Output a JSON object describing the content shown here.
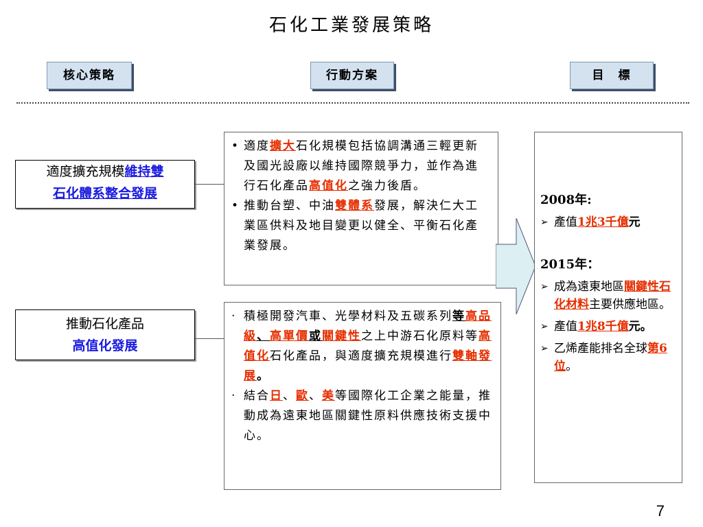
{
  "title": "石化工業發展策略",
  "headers": {
    "core": "核心策略",
    "action": "行動方案",
    "goal": "目　標"
  },
  "core1": {
    "prefix": "適度擴充規模",
    "blue1": "維持雙",
    "blue2": "石化體系整合發展"
  },
  "core2": {
    "line1": "推動石化產品",
    "line2": "高值化發展"
  },
  "action1": {
    "i1": {
      "bullet": "•",
      "t1": "適度",
      "r1": "擴大",
      "t2": "石化規模包括協調溝通三輕更新及國光設廠以維持國際競爭力，並作為進行石化產品",
      "r2": "高值化",
      "t3": "之強力後盾。"
    },
    "i2": {
      "bullet": "•",
      "t1": "推動台塑、中油",
      "r1": "雙體系",
      "t2": "發展，解決仁大工業區供料及地目變更以健全、平衡石化產業發展。"
    }
  },
  "action2": {
    "i1": {
      "bullet": "‧",
      "t1": "積極開發汽車、光學材料及五碳系列",
      "b1": "等",
      "r1": "高品級",
      "b2": "、",
      "r2": "高單價",
      "b3": "或",
      "r3": "關鍵性",
      "t2": "之上中游石化原料等",
      "r4": "高值化",
      "t3": "石化產品，與適度擴充規模進行",
      "r5": "雙軸發展",
      "t4": "。"
    },
    "i2": {
      "bullet": "‧",
      "t1": "結合",
      "r1": "日",
      "s1": "、",
      "r2": "歐",
      "s2": "、",
      "r3": "美",
      "t2": "等國際化工企業之能量，推動成為遠東地區關鍵性原料供應技術支援中心。"
    }
  },
  "goal": {
    "y1": "2008年:",
    "g1": {
      "bullet": "➢",
      "t1": "產值",
      "r1": "1兆3千億",
      "t2": "元"
    },
    "y2": "2015年：",
    "g2": {
      "bullet": "➢",
      "t1": "成為遠東地區",
      "r1": "關鍵性石化材料",
      "t2": "主要供應地區。"
    },
    "g3": {
      "bullet": "➢",
      "t1": "產值",
      "r1": "1兆8千億",
      "t2": "元。"
    },
    "g4": {
      "bullet": "➢",
      "t1": "乙烯產能排名全球",
      "r1": "第6位",
      "t2": "。"
    }
  },
  "page_number": "7",
  "colors": {
    "header_fill": "#d4e2f0",
    "red": "#e62e00",
    "blue": "#1a1ae0",
    "arrow_fill": "#dceff3"
  }
}
